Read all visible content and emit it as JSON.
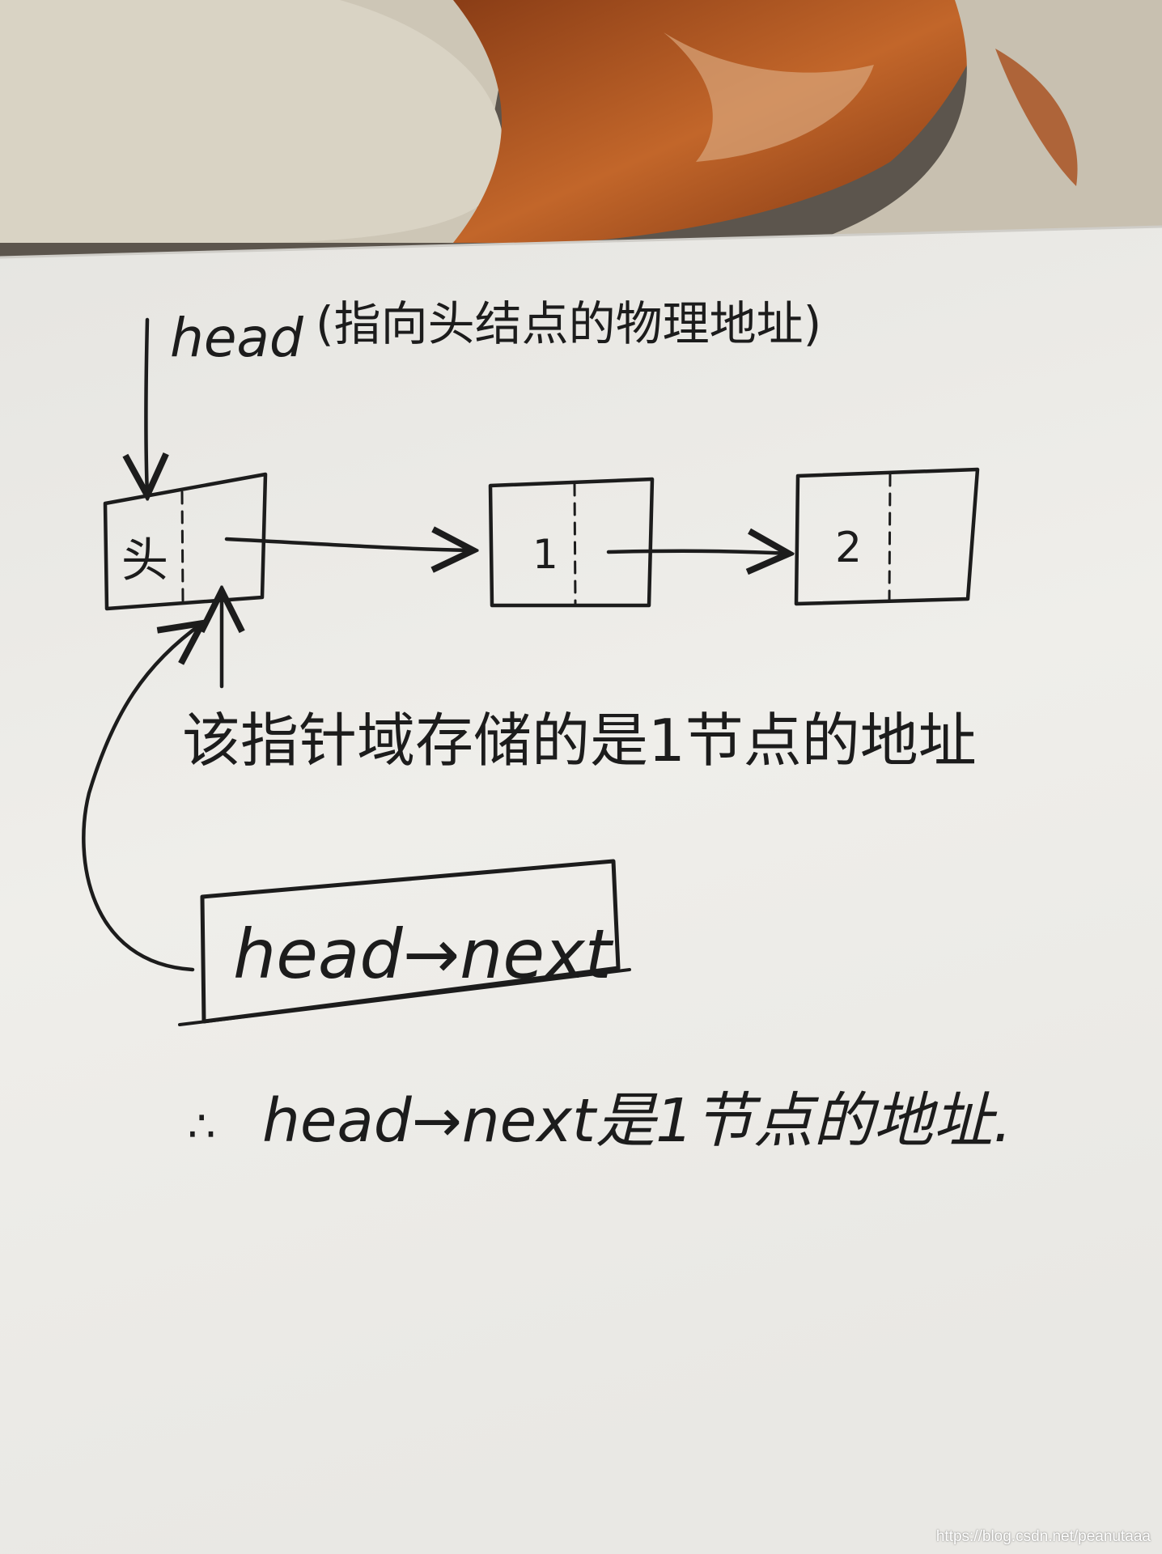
{
  "diagram": {
    "head_pointer_label": "head",
    "head_pointer_note": "(指向头结点的物理地址)",
    "nodes": [
      {
        "data": "头"
      },
      {
        "data": "1"
      },
      {
        "data": "2"
      }
    ],
    "pointer_field_note": "该指针域存储的是1节点的地址",
    "expression_box_text": "head→next",
    "conclusion_prefix": "∴",
    "conclusion_text": "head→next是1节点的地址."
  },
  "watermark": "https://blog.csdn.net/peanutaaa",
  "colors": {
    "paper": "#ecebe7",
    "ink": "#1c1c1c",
    "background_cloth": "#6b6259",
    "fur_orange": "#b4561f"
  }
}
